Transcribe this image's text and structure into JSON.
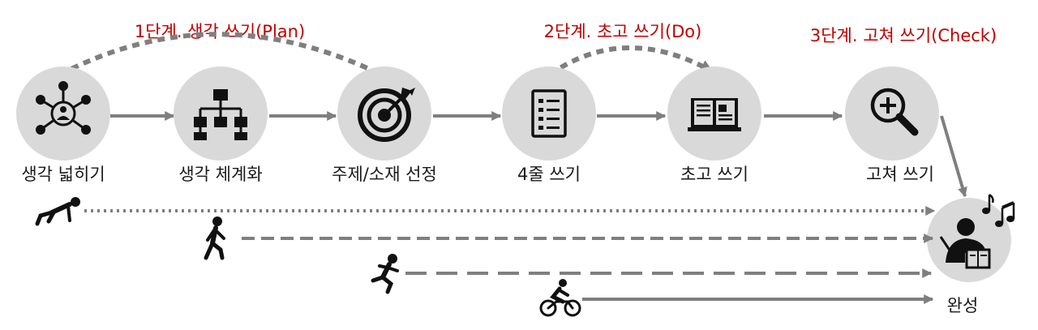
{
  "stages": [
    {
      "title": "1단계. 생각 쓰기(Plan)"
    },
    {
      "title": "2단계. 초고 쓰기(Do)"
    },
    {
      "title": "3단계. 고쳐 쓰기(Check)"
    }
  ],
  "steps": [
    {
      "label": "생각 넓히기",
      "icon": "network-icon"
    },
    {
      "label": "생각 체계화",
      "icon": "hierarchy-icon"
    },
    {
      "label": "주제/소재 선정",
      "icon": "target-icon"
    },
    {
      "label": "4줄 쓰기",
      "icon": "list-document-icon"
    },
    {
      "label": "초고 쓰기",
      "icon": "open-book-icon"
    },
    {
      "label": "고쳐 쓰기",
      "icon": "magnifier-plus-icon"
    }
  ],
  "completion": {
    "label": "완성",
    "icon": "presenter-with-music-icon"
  },
  "paces": [
    {
      "icon": "crouch-start-runner-icon",
      "line": "dotted"
    },
    {
      "icon": "walking-person-icon",
      "line": "short-dash"
    },
    {
      "icon": "running-person-icon",
      "line": "long-dash"
    },
    {
      "icon": "cyclist-icon",
      "line": "solid"
    }
  ],
  "colors": {
    "stage_title": "#c00000",
    "node_fill": "#d9d9d9",
    "arrow": "#808080",
    "icon": "#111111"
  }
}
